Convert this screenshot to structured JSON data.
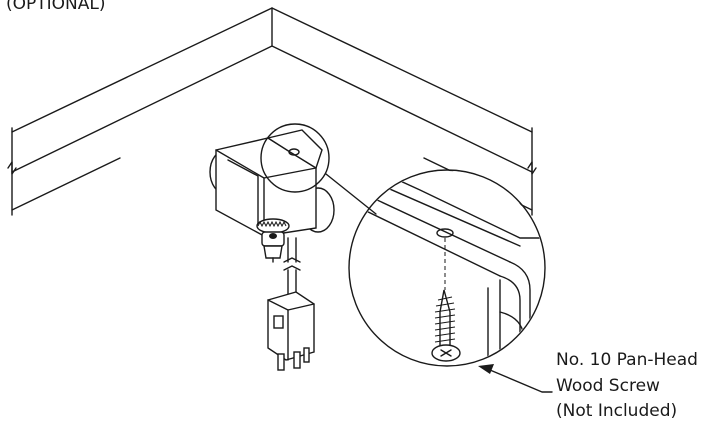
{
  "labels": {
    "top_caption": "(OPTIONAL)",
    "screw_line1": "No. 10 Pan-Head",
    "screw_line2": "Wood Screw",
    "screw_line3": "(Not Included)"
  }
}
